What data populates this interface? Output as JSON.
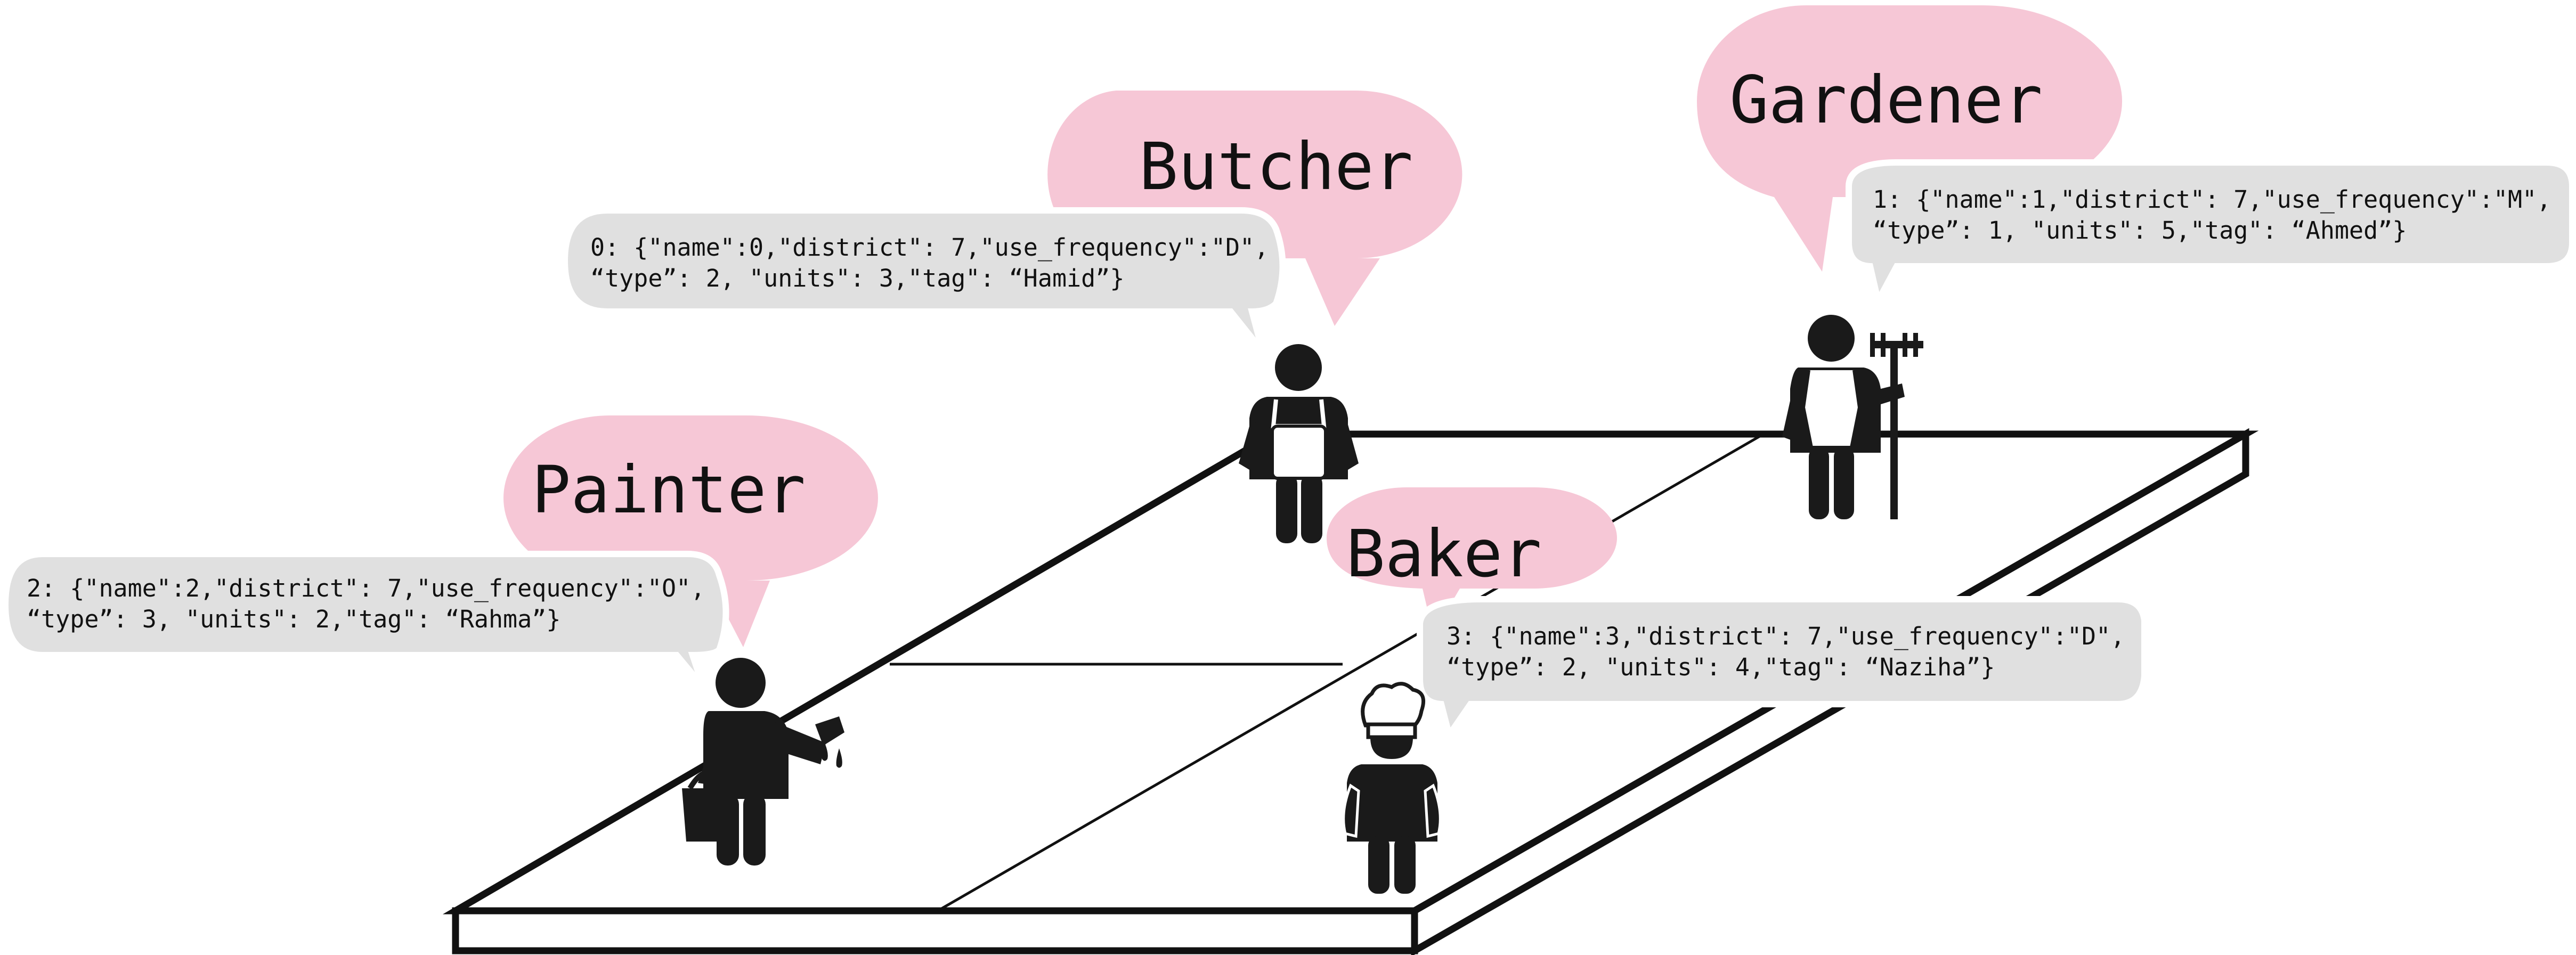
{
  "colors": {
    "pink_bubble": "#f6c7d6",
    "gray_bubble": "#e0e0e0",
    "figure": "#1a1a1a",
    "outline": "#111111"
  },
  "figures": [
    {
      "role": "painter",
      "icon": "painter-with-bucket-and-brush-icon",
      "job": "Painter",
      "record": [
        "2: {\"name\":2,\"district\": 7,\"use_frequency\":\"O\",",
        "“type”: 3, \"units\": 2,\"tag\": “Rahma”}"
      ]
    },
    {
      "role": "butcher",
      "icon": "butcher-with-apron-icon",
      "job": "Butcher",
      "record": [
        "0: {\"name\":0,\"district\": 7,\"use_frequency\":\"D\",",
        "“type”: 2, \"units\": 3,\"tag\": “Hamid”}"
      ]
    },
    {
      "role": "gardener",
      "icon": "gardener-with-rake-icon",
      "job": "Gardener",
      "record": [
        "1: {\"name\":1,\"district\": 7,\"use_frequency\":\"M\",",
        "“type”: 1, \"units\": 5,\"tag\": “Ahmed”}"
      ]
    },
    {
      "role": "baker",
      "icon": "baker-with-chef-hat-icon",
      "job": "Baker",
      "record": [
        "3: {\"name\":3,\"district\": 7,\"use_frequency\":\"D\",",
        "“type”: 2, \"units\": 4,\"tag\": “Naziha”}"
      ]
    }
  ]
}
